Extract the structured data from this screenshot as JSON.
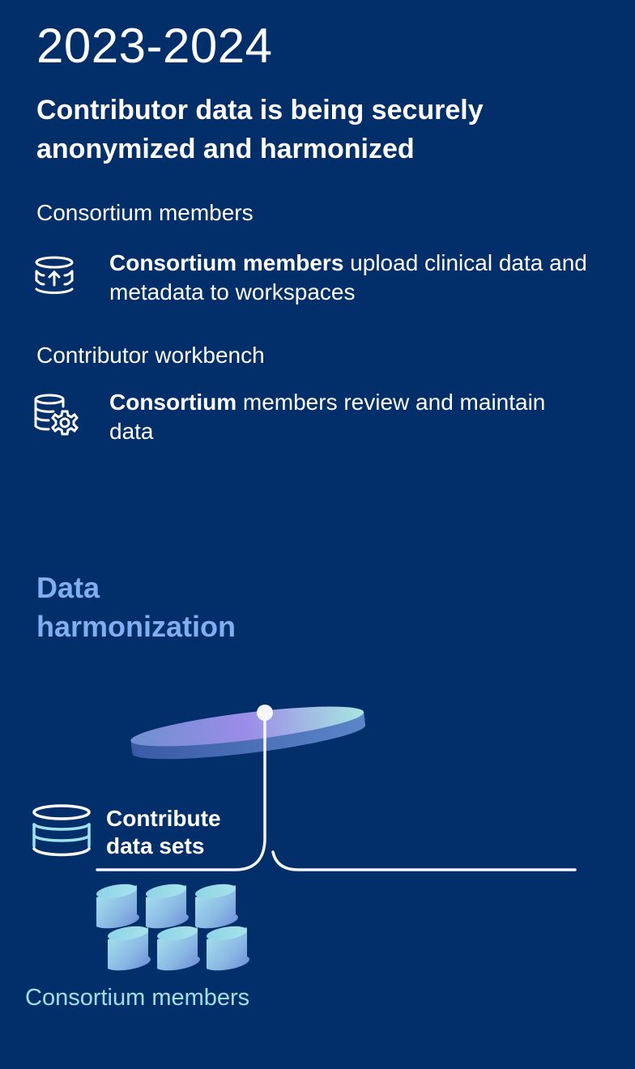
{
  "header": {
    "year_range": "2023-2024",
    "headline": "Contributor data is being securely anonymized and harmonized"
  },
  "sections": [
    {
      "label": "Consortium members",
      "icon": "database-upload-icon",
      "bold": "Consortium members",
      "text": " upload clinical data and metadata to workspaces"
    },
    {
      "label": "Contributor workbench",
      "icon": "database-gear-icon",
      "bold": "Consortium",
      "text": " members review and maintain data"
    }
  ],
  "diagram": {
    "title_line1": "Data",
    "title_line2": "harmonization",
    "contribute_line1": "Contribute",
    "contribute_line2": "data sets",
    "contribute_icon": "database-stack-icon",
    "platform_shape": "harmonization-disc",
    "members_label": "Consortium members",
    "member_cylinder_count": 6
  },
  "colors": {
    "background": "#022f69",
    "title_accent": "#80aef0",
    "members_label": "#9ee0ec",
    "disc_gradient": [
      "#6f8fd0",
      "#9b8ce8",
      "#a8e6e0"
    ],
    "cylinder_light": "#a6e3ec",
    "cylinder_dark": "#6d8fd6"
  }
}
